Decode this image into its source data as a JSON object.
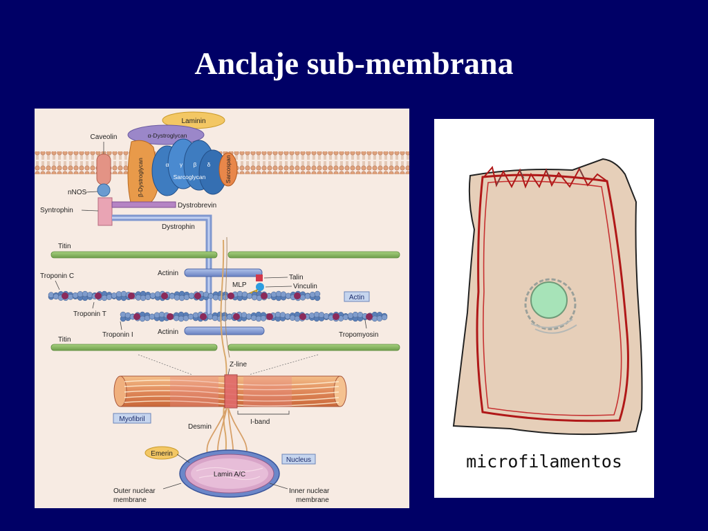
{
  "title": "Anclaje sub-membrana",
  "diagram": {
    "labels": {
      "laminin": "Laminin",
      "alpha_dystroglycan": "α-Dystroglycan",
      "caveolin": "Caveolin",
      "beta_dystroglycan": "β-Dystroglycan",
      "sarcoglycan": "Sarcoglycan",
      "sarcospan": "Sarcospan",
      "sg_alpha": "α",
      "sg_gamma": "γ",
      "sg_beta": "β",
      "sg_delta": "δ",
      "nnos": "nNOS",
      "syntrophin": "Syntrophin",
      "dystrobrevin": "Dystrobrevin",
      "dystrophin": "Dystrophin",
      "titin_top": "Titin",
      "titin_bottom": "Titin",
      "actinin_top": "Actinin",
      "actinin_bottom": "Actinin",
      "troponin_c": "Troponin C",
      "troponin_t": "Troponin T",
      "troponin_i": "Troponin I",
      "talin": "Talin",
      "vinculin": "Vinculin",
      "mlp": "MLP",
      "actin": "Actin",
      "tropomyosin": "Tropomyosin",
      "z_line": "Z-line",
      "myofibril": "Myofibril",
      "i_band": "I-band",
      "desmin": "Desmin",
      "emerin": "Emerin",
      "nucleus": "Nucleus",
      "lamin": "Lamin A/C",
      "outer_nuclear_1": "Outer nuclear",
      "outer_nuclear_2": "membrane",
      "inner_nuclear_1": "Inner nuclear",
      "inner_nuclear_2": "membrane"
    }
  },
  "cell_figure": {
    "caption": "microfilamentos"
  },
  "colors": {
    "background": "#000066",
    "title": "#ffffff",
    "membrane": "#d9a07a",
    "titin": "#9dc478",
    "dystrophin_rod": "#8fa6d6",
    "cell_fill": "#e8d2be",
    "microfilament": "#b01818",
    "nucleus": "#a7e3b8"
  }
}
